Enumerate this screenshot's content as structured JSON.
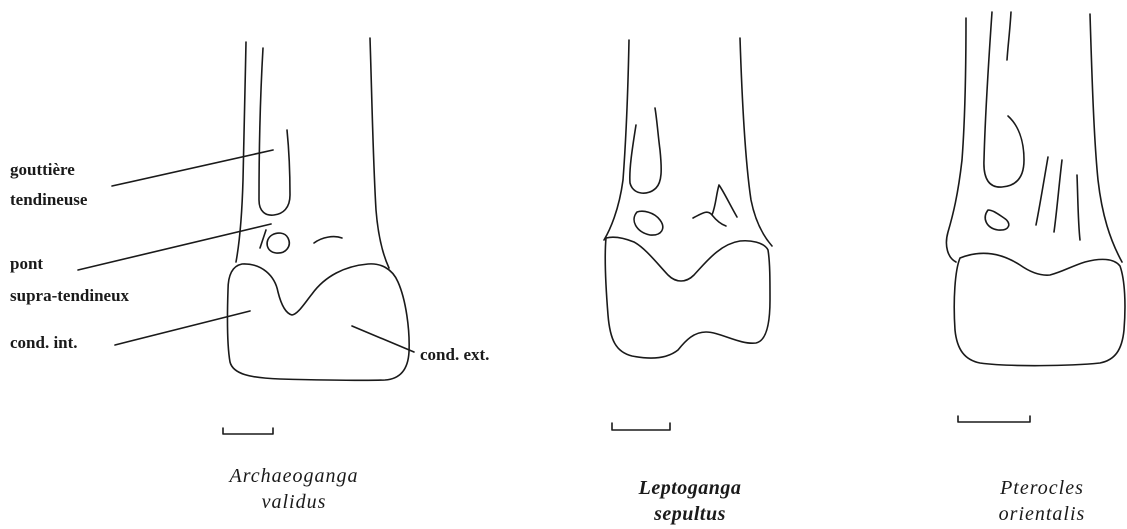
{
  "labels": {
    "gouttiere_line1": "gouttière",
    "gouttiere_line2": "tendineuse",
    "pont_line1": "pont",
    "pont_line2": "supra-tendineux",
    "cond_int": "cond. int.",
    "cond_ext": "cond. ext."
  },
  "specimens": [
    {
      "genus": "Archaeoganga",
      "species": "validus"
    },
    {
      "genus": "Leptoganga",
      "species": "sepultus"
    },
    {
      "genus": "Pterocles",
      "species": "orientalis"
    }
  ]
}
